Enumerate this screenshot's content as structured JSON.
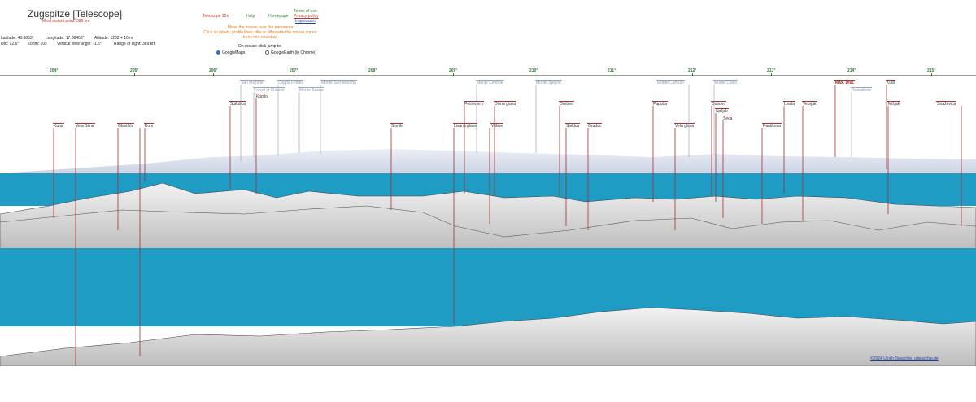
{
  "header": {
    "title": "Zugspitze [Telescope]",
    "subtitle": "Most distant point: 388 km"
  },
  "info": {
    "latitude": "Latitude: 43.3853°",
    "longitude": "Longitude: 17.08468°",
    "altitude": "Altitude: 1202 + 10 m",
    "field": "ield: 12.6°",
    "zoom": "Zoom: 10x",
    "vertical_angle": "Vertical view angle: -1.5°",
    "range": "Range of sight: 389 km"
  },
  "nav": {
    "telescope": "Telescope 10x",
    "help": "Help",
    "homepage": "Homepage",
    "terms": "Terms of use",
    "privacy": "Privacy policy",
    "impressum": "Impressum"
  },
  "hint": {
    "line1": "Move the mouse over the panorama",
    "line2": "Click on labels, profile lines, title or silhouette the mouse cursor",
    "line3": "turns into crosshair"
  },
  "jump": {
    "label": "On mouse click jump to:",
    "option1": "GoogleMaps",
    "option2": "GoogleEarth (in Chrome)"
  },
  "axis_ticks": [
    "204°",
    "205°",
    "206°",
    "207°",
    "208°",
    "209°",
    "210°",
    "211°",
    "212°",
    "213°",
    "214°",
    "215°"
  ],
  "peaks": {
    "san_michele": "San Michele",
    "coppa_fiorito": "Coppa Fiorito",
    "monte_serramonda": "Monte Serramonda",
    "forcel": "Forcel di Chiarsò",
    "monte_sazza": "Monte Sazza",
    "kopilo": "Kopilo",
    "sulkdica": "Sulkdica",
    "monte_cimone": "Monte Cimone",
    "monte_spigno": "Monte Spigno",
    "monte_caruolo": "Monte Caruolo",
    "monte_calvo": "Monte Calvo",
    "max_dist": "Max. Dist.",
    "monte_far": "Roccaforte",
    "kula": "Kula",
    "petrov_vrh": "Petrov vrh",
    "divna_glava": "Divna glava",
    "oreben": "Oreben",
    "papuca": "Papuča",
    "dubovo": "Dubovo",
    "izvala": "Izvala",
    "veprjak": "Veprjak",
    "misjak": "Mišjak",
    "strazevica": "Straževica",
    "spilj": "Spiljak",
    "seca": "Seca",
    "kupa": "Kupa",
    "vela_stina": "Vela Stina",
    "glavisce": "Glavišće",
    "kom": "Kom",
    "sinnik": "Sinnik",
    "lisuna_glava": "Lisuna glava",
    "vrsine": "Vršine",
    "sjekica": "Sjekica",
    "gradac": "Gradac",
    "vela_glava": "Vela glava",
    "pantikova": "Pantikova"
  },
  "colors": {
    "sea": "#1f9cc4",
    "sky_haze": "#d4dbe8",
    "terrain": "#dcdcdc",
    "label_line": "#a33030"
  },
  "footer": {
    "copyright": "©2024 Ulrich Deuschle, udeuschle.de"
  }
}
